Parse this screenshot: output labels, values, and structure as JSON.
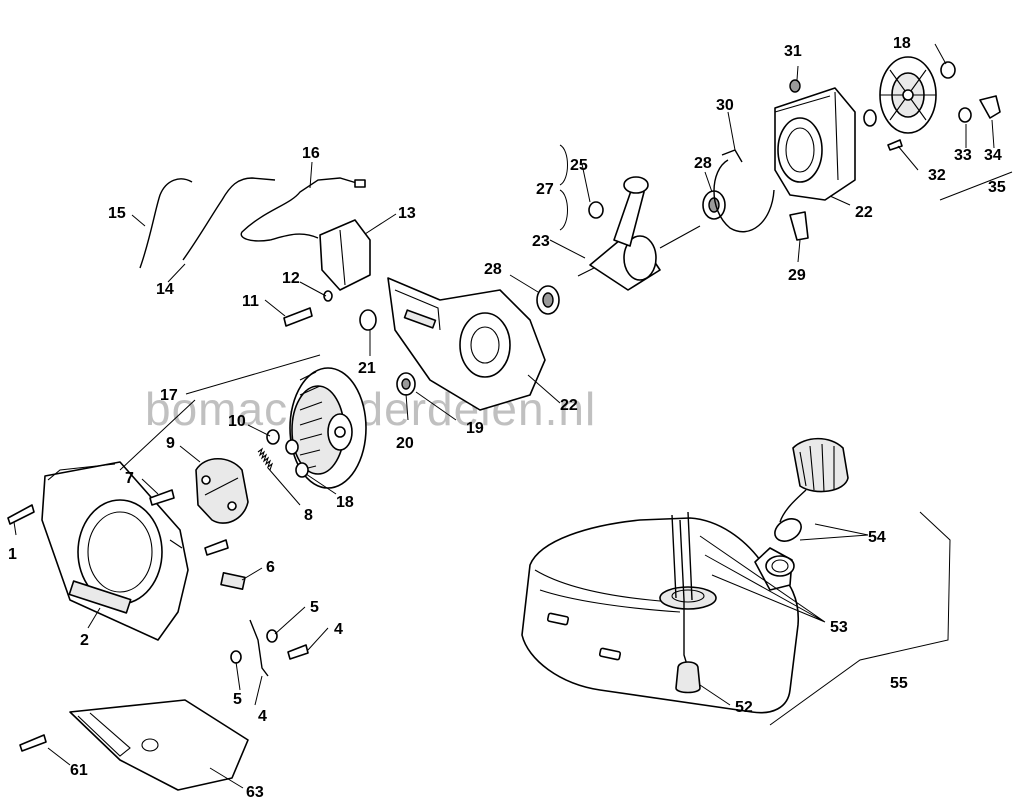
{
  "watermark": "bomac-onderdelen.nl",
  "callouts": [
    {
      "id": "c1",
      "text": "1"
    },
    {
      "id": "c2",
      "text": "2"
    },
    {
      "id": "c4a",
      "text": "4"
    },
    {
      "id": "c4b",
      "text": "4"
    },
    {
      "id": "c5a",
      "text": "5"
    },
    {
      "id": "c5b",
      "text": "5"
    },
    {
      "id": "c6",
      "text": "6"
    },
    {
      "id": "c7",
      "text": "7"
    },
    {
      "id": "c8",
      "text": "8"
    },
    {
      "id": "c9",
      "text": "9"
    },
    {
      "id": "c10",
      "text": "10"
    },
    {
      "id": "c11",
      "text": "11"
    },
    {
      "id": "c12",
      "text": "12"
    },
    {
      "id": "c13",
      "text": "13"
    },
    {
      "id": "c14",
      "text": "14"
    },
    {
      "id": "c15",
      "text": "15"
    },
    {
      "id": "c16",
      "text": "16"
    },
    {
      "id": "c17",
      "text": "17"
    },
    {
      "id": "c18a",
      "text": "18"
    },
    {
      "id": "c18b",
      "text": "18"
    },
    {
      "id": "c19",
      "text": "19"
    },
    {
      "id": "c20",
      "text": "20"
    },
    {
      "id": "c21",
      "text": "21"
    },
    {
      "id": "c22a",
      "text": "22"
    },
    {
      "id": "c22b",
      "text": "22"
    },
    {
      "id": "c23",
      "text": "23"
    },
    {
      "id": "c25",
      "text": "25"
    },
    {
      "id": "c27",
      "text": "27"
    },
    {
      "id": "c28a",
      "text": "28"
    },
    {
      "id": "c28b",
      "text": "28"
    },
    {
      "id": "c29",
      "text": "29"
    },
    {
      "id": "c30",
      "text": "30"
    },
    {
      "id": "c31",
      "text": "31"
    },
    {
      "id": "c32",
      "text": "32"
    },
    {
      "id": "c33",
      "text": "33"
    },
    {
      "id": "c34",
      "text": "34"
    },
    {
      "id": "c35",
      "text": "35"
    },
    {
      "id": "c52",
      "text": "52"
    },
    {
      "id": "c53",
      "text": "53"
    },
    {
      "id": "c54",
      "text": "54"
    },
    {
      "id": "c55",
      "text": "55"
    },
    {
      "id": "c61",
      "text": "61"
    },
    {
      "id": "c63",
      "text": "63"
    }
  ]
}
